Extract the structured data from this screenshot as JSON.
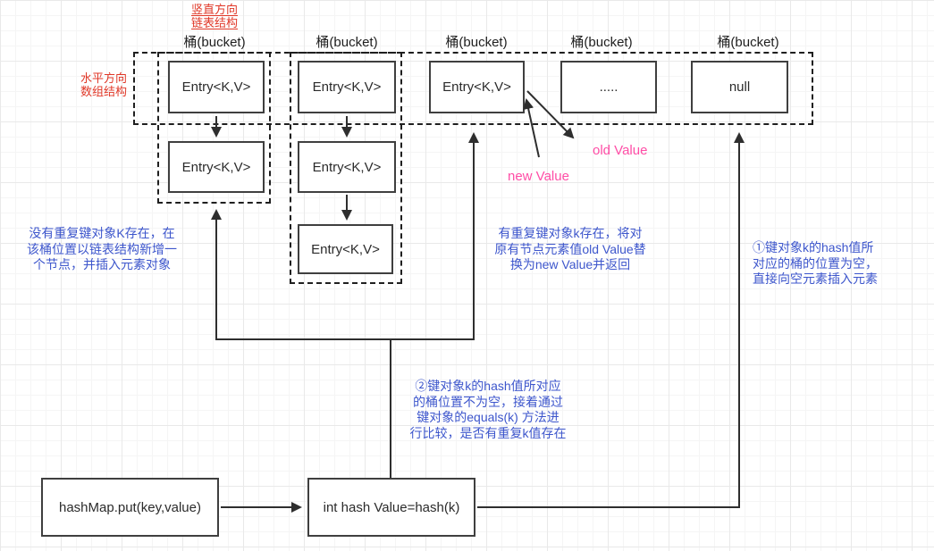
{
  "red_notes": {
    "vertical": "竖直方向\n链表结构",
    "horizontal": "水平方向\n数组结构"
  },
  "bucket_labels": [
    "桶(bucket)",
    "桶(bucket)",
    "桶(bucket)",
    "桶(bucket)",
    "桶(bucket)"
  ],
  "nodes": {
    "entry": "Entry<K,V>",
    "ellipsis": ".....",
    "null_node": "null"
  },
  "value_labels": {
    "old": "old Value",
    "new": "new Value"
  },
  "blue_notes": {
    "no_duplicate": "没有重复键对象K存在，在\n该桶位置以链表结构新增一\n个节点，并插入元素对象",
    "duplicate": "有重复键对象k存在，将对\n原有节点元素值old Value替\n换为new Value并返回",
    "step1": "①键对象k的hash值所\n对应的桶的位置为空，\n直接向空元素插入元素",
    "step2": "②键对象k的hash值所对应\n的桶位置不为空，接着通过\n键对象的equals(k) 方法进\n行比较，是否有重复k值存在"
  },
  "flow_boxes": {
    "put": "hashMap.put(key,value)",
    "hash": "int hash Value=hash(k)"
  },
  "colors": {
    "red_note": "#e03727",
    "blue_note": "#3d56cc",
    "pink_label": "#ff4da6",
    "shape_border": "#3f3f3f",
    "connector": "#2e2e2e"
  }
}
